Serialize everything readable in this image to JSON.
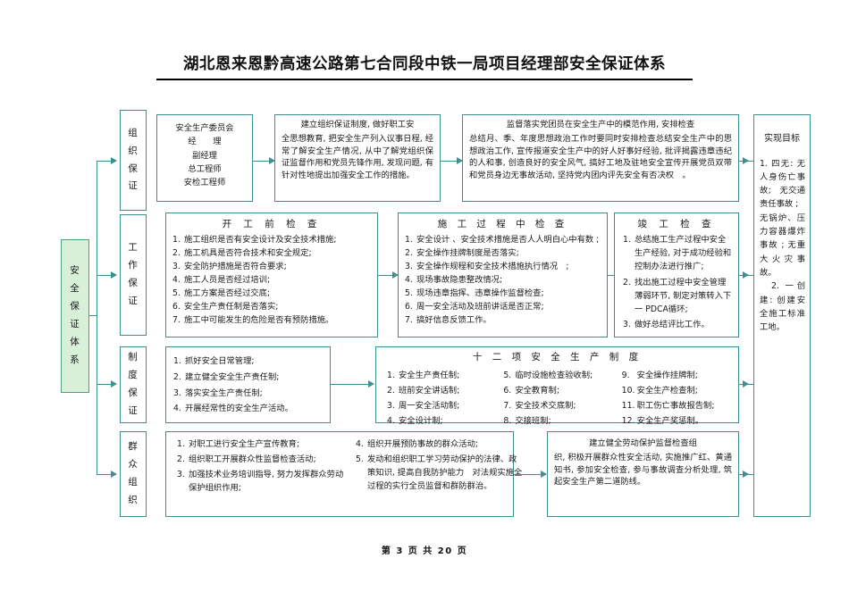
{
  "document": {
    "title": "湖北恩来恩黔高速公路第七合同段中铁一局项目经理部安全保证体系",
    "footer": "第 3 页 共 20 页"
  },
  "colors": {
    "border": "#3f8f8f",
    "green_fill": "#d8f0d8",
    "green_border": "#4f9f7f",
    "text": "#1a1a1a"
  },
  "spine": {
    "label_chars": [
      "安",
      "全",
      "保",
      "证",
      "体",
      "系"
    ]
  },
  "rows": [
    {
      "id": "organization-guarantee",
      "label_chars": [
        "组",
        "织",
        "保",
        "证"
      ],
      "boxes": [
        {
          "id": "safety-committee",
          "type": "list-plain",
          "lines": [
            "安全生产委员会",
            "经　　理",
            "副经理",
            "总工程师",
            "安检工程师"
          ]
        },
        {
          "id": "org-guarantee-system",
          "type": "paragraph",
          "lead": "建立组织保证制度, 做好职工安",
          "text": "全思想教育, 把安全生产列入议事日程, 经常了解安全生产情况, 从中了解党组织保证监督作用和党员先锋作用, 发现问题, 有针对性地提出加强安全工作的措施。"
        },
        {
          "id": "party-supervision",
          "type": "paragraph",
          "lead": "监督落实党团员在安全生产中的模范作用, 安排检查",
          "text": "总结月、季、年度思想政治工作时要同时安排检查总结安全生产中的思想政治工作, 宣传报道安全生产中的好人好事好经验, 批评揭露违章违纪的人和事, 创造良好的安全风气, 搞好工地及驻地安全宣传开展党员双带和党员身边无事故活动, 坚持党内团内评先安全有否决权　。"
        }
      ]
    },
    {
      "id": "work-guarantee",
      "label_chars": [
        "工",
        "作",
        "保",
        "证"
      ],
      "boxes": [
        {
          "id": "pre-construction-inspection",
          "type": "numbered",
          "heading": "开 工 前 检 查",
          "items": [
            "施工组织是否有安全设计及安全技术措施;",
            "施工机具是否符合技术和安全规定;",
            "安全防护措施是否符合要求;",
            "施工人员是否经过培训;",
            "施工方案是否经过交底;",
            "安全生产责任制是否落实;",
            "施工中可能发生的危险是否有预防措施。"
          ]
        },
        {
          "id": "in-process-inspection",
          "type": "numbered",
          "heading": "施 工 过 程 中 检 查",
          "items": [
            "安全设计 、安全技术措施是否人人明白心中有数 ;",
            "安全操作挂牌制度是否落实;",
            "安全操作规程和安全技术措施执行情况　;",
            "现场事故隐患整改情况;",
            "现场违章指挥、违章操作监督检查;",
            "周一安全活动及班前讲话是否正常;",
            "搞好信息反馈工作。"
          ]
        },
        {
          "id": "completion-inspection",
          "type": "numbered",
          "heading": "竣 工 检 查",
          "items": [
            "总结施工生产过程中安全生产经验, 对于成功经验和控制办法进行推广;",
            "找出施工过程中安全管理薄弱环节, 制定对策转入下一 PDCA循环;",
            "做好总结评比工作。"
          ]
        }
      ]
    },
    {
      "id": "system-guarantee",
      "label_chars": [
        "制",
        "度",
        "保",
        "证"
      ],
      "boxes": [
        {
          "id": "daily-safety-management",
          "type": "numbered",
          "heading": "",
          "items": [
            "抓好安全日常管理;",
            "建立健全安全生产责任制;",
            "落实安全生产责任制;",
            "开展经常性的安全生产活动。"
          ]
        },
        {
          "id": "twelve-safety-systems",
          "type": "numbered-3col",
          "heading": "十 二 项 安 全 生 产 制 度",
          "columns": [
            [
              "安全生产责任制;",
              "班前安全讲话制;",
              "周一安全活动制;",
              "安全设计制;"
            ],
            [
              "临时设施检查验收制;",
              "安全教育制;",
              "安全技术交底制;",
              "交接班制;"
            ],
            [
              "安全操作挂牌制;",
              "安全生产检查制;",
              "职工伤亡事故报告制;",
              "安全生产奖惩制。"
            ]
          ],
          "start_numbers": [
            1,
            5,
            9
          ]
        }
      ]
    },
    {
      "id": "mass-organization",
      "label_chars": [
        "群",
        "众",
        "组",
        "织"
      ],
      "boxes": [
        {
          "id": "mass-education-activities",
          "type": "numbered-2col",
          "heading": "",
          "columns": [
            [
              "对职工进行安全生产宣传教育;",
              "组织职工开展群众性监督检查活动;",
              "加强技术业务培训指导, 努力发挥群众劳动保护组织作用;"
            ],
            [
              "组织开展预防事故的群众活动;",
              "发动和组织职工学习劳动保护的法律、政策知识, 提高自我防护能力　对法规实施全过程的实行全员监督和群防群治。"
            ]
          ],
          "start_numbers": [
            1,
            4
          ]
        },
        {
          "id": "labor-protection-supervision",
          "type": "paragraph",
          "lead": "建立健全劳动保护监督检查组",
          "text": "织, 积极开展群众性安全活动, 实施推广红、黄通知书, 参加安全检查, 参与事故调查分析处理, 筑起安全生产第二道防线。"
        }
      ]
    }
  ],
  "goal": {
    "id": "achieve-goals",
    "heading": "实现目标",
    "lines": [
      "1. 四无: 无人身伤亡事故;　无交通责任事故 ;",
      "无锅炉、压力容器爆炸事故 ; 无重大火灾事故。",
      "　2. 一创建: 创建安全施工标准工地。"
    ]
  }
}
